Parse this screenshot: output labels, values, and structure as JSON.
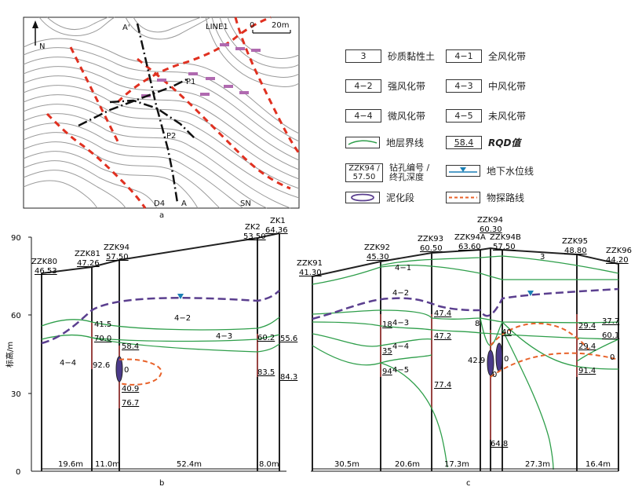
{
  "map": {
    "north": "N",
    "scale": {
      "zero": "0",
      "end": "20m"
    },
    "labels": {
      "a_prime": "A'",
      "line1": "LINE1",
      "p1": "P1",
      "p2": "P2",
      "d4": "D4",
      "a": "A",
      "sn": "SN"
    },
    "caption": "a"
  },
  "legend": [
    {
      "code": "3",
      "text": "砂质黏性土"
    },
    {
      "code": "4−1",
      "text": "全风化带"
    },
    {
      "code": "4−2",
      "text": "强风化带"
    },
    {
      "code": "4−3",
      "text": "中风化带"
    },
    {
      "code": "4−4",
      "text": "微风化带"
    },
    {
      "code": "4−5",
      "text": "未风化带"
    },
    {
      "code": "",
      "text": "地层界线"
    },
    {
      "code": "58.4",
      "text": "RQD值"
    },
    {
      "code": "ZZK94 / 57.50",
      "text": "钻孔编号 / 终孔深度"
    },
    {
      "code": "",
      "text": "地下水位线"
    },
    {
      "code": "",
      "text": "泥化段"
    },
    {
      "code": "",
      "text": "物探路线"
    }
  ],
  "section_b": {
    "caption": "b",
    "ylabel": "标高/m",
    "yticks": [
      "90",
      "60",
      "30",
      "0"
    ],
    "boreholes": [
      {
        "id": "ZZK80",
        "depth": "46.53"
      },
      {
        "id": "ZZK81",
        "depth": "47.26"
      },
      {
        "id": "ZZK94",
        "depth": "57.50"
      },
      {
        "id": "ZK2",
        "depth": "53.50"
      },
      {
        "id": "ZK1",
        "depth": "64.36"
      }
    ],
    "spacings": [
      "19.6m",
      "11.0m",
      "52.4m",
      "8.0m"
    ],
    "zones": [
      "4−2",
      "4−3",
      "4−4"
    ],
    "rqd": [
      "41.5",
      "70.0",
      "92.6",
      "58.4",
      "0",
      "40.9",
      "76.7",
      "60.2",
      "83.5",
      "55.6",
      "84.3"
    ]
  },
  "section_c": {
    "caption": "c",
    "boreholes": [
      {
        "id": "ZZK91",
        "depth": "41.30"
      },
      {
        "id": "ZZK92",
        "depth": "45.30"
      },
      {
        "id": "ZZK93",
        "depth": "60.50"
      },
      {
        "id": "ZZK94A",
        "depth": "63.60"
      },
      {
        "id": "ZZK94",
        "depth": "60.30"
      },
      {
        "id": "ZZK94B",
        "depth": "57.50"
      },
      {
        "id": "ZZK95",
        "depth": "48.80"
      },
      {
        "id": "ZZK96",
        "depth": "44.20"
      }
    ],
    "spacings": [
      "30.5m",
      "20.6m",
      "17.3m",
      "27.3m",
      "16.4m"
    ],
    "zones": [
      "3",
      "4−1",
      "4−2",
      "4−3",
      "4−4",
      "4−5"
    ],
    "rqd": [
      "47.4",
      "47.2",
      "77.4",
      "8",
      "42.9",
      "0",
      "40",
      "0",
      "64.8",
      "18",
      "35",
      "94",
      "29.4",
      "37.7",
      "60.1",
      "29.4",
      "91.4",
      "0"
    ]
  },
  "colors": {
    "stratum": "#2e9e4a",
    "water": "#1a7fb5",
    "mud": "#5b3f8f",
    "survey": "#e8622a",
    "line": "#222222"
  }
}
